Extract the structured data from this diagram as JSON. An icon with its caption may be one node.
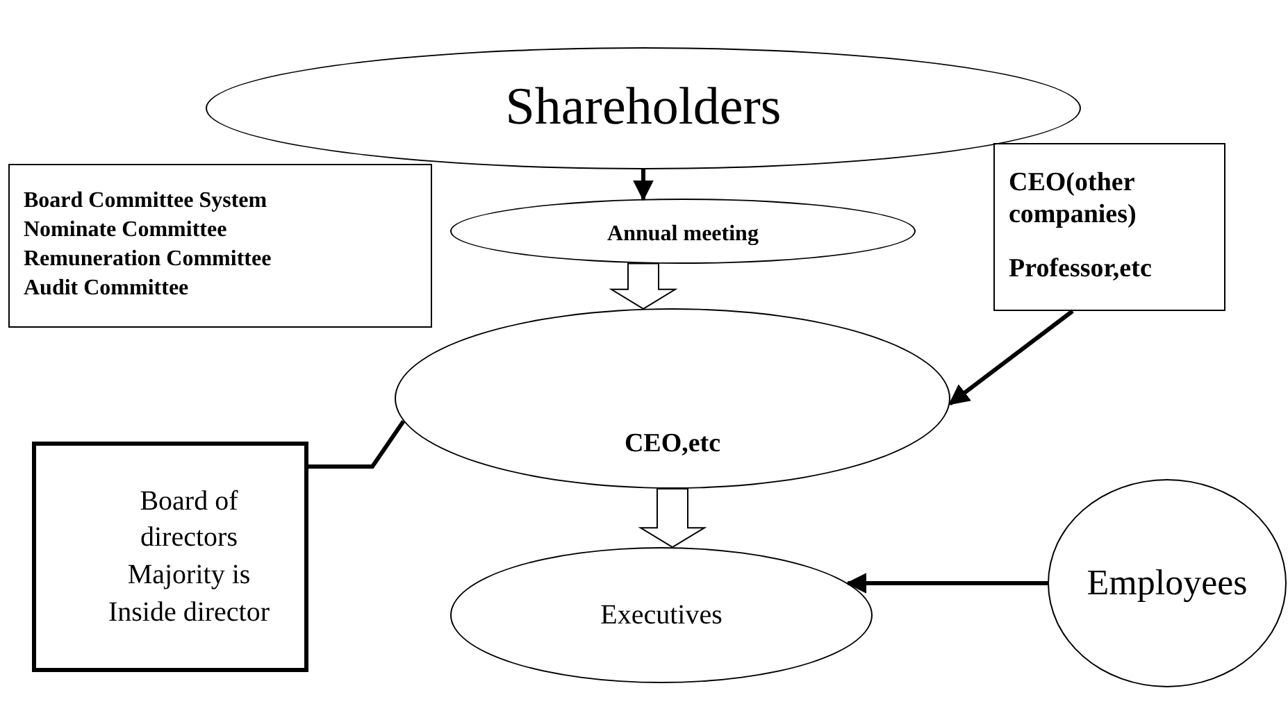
{
  "diagram": {
    "nodes": [
      {
        "text": [
          "Shareholders"
        ]
      },
      {
        "text": [
          "Annual meeting"
        ]
      },
      {
        "text": [
          "Board Committee System",
          "Nominate Committee",
          "Remuneration Committee",
          "Audit Committee"
        ]
      },
      {
        "text": [
          "CEO(other companies)",
          "Professor,etc"
        ]
      },
      {
        "text": [
          "CEO,etc"
        ]
      },
      {
        "text": [
          "Board of directors Majority is Inside director"
        ]
      },
      {
        "text": [
          "Executives"
        ]
      },
      {
        "text": [
          "Employees"
        ]
      }
    ],
    "edges": [
      {
        "from": 0,
        "to": 1,
        "arrow": "to"
      },
      {
        "from": 1,
        "to": 4,
        "arrow": "to",
        "style": "thick"
      },
      {
        "from": 3,
        "to": 4,
        "arrow": "to"
      },
      {
        "from": 5,
        "to": 4,
        "arrow": "none"
      },
      {
        "from": 4,
        "to": 6,
        "arrow": "to",
        "style": "thick"
      },
      {
        "from": 7,
        "to": 6,
        "arrow": "to"
      }
    ]
  }
}
